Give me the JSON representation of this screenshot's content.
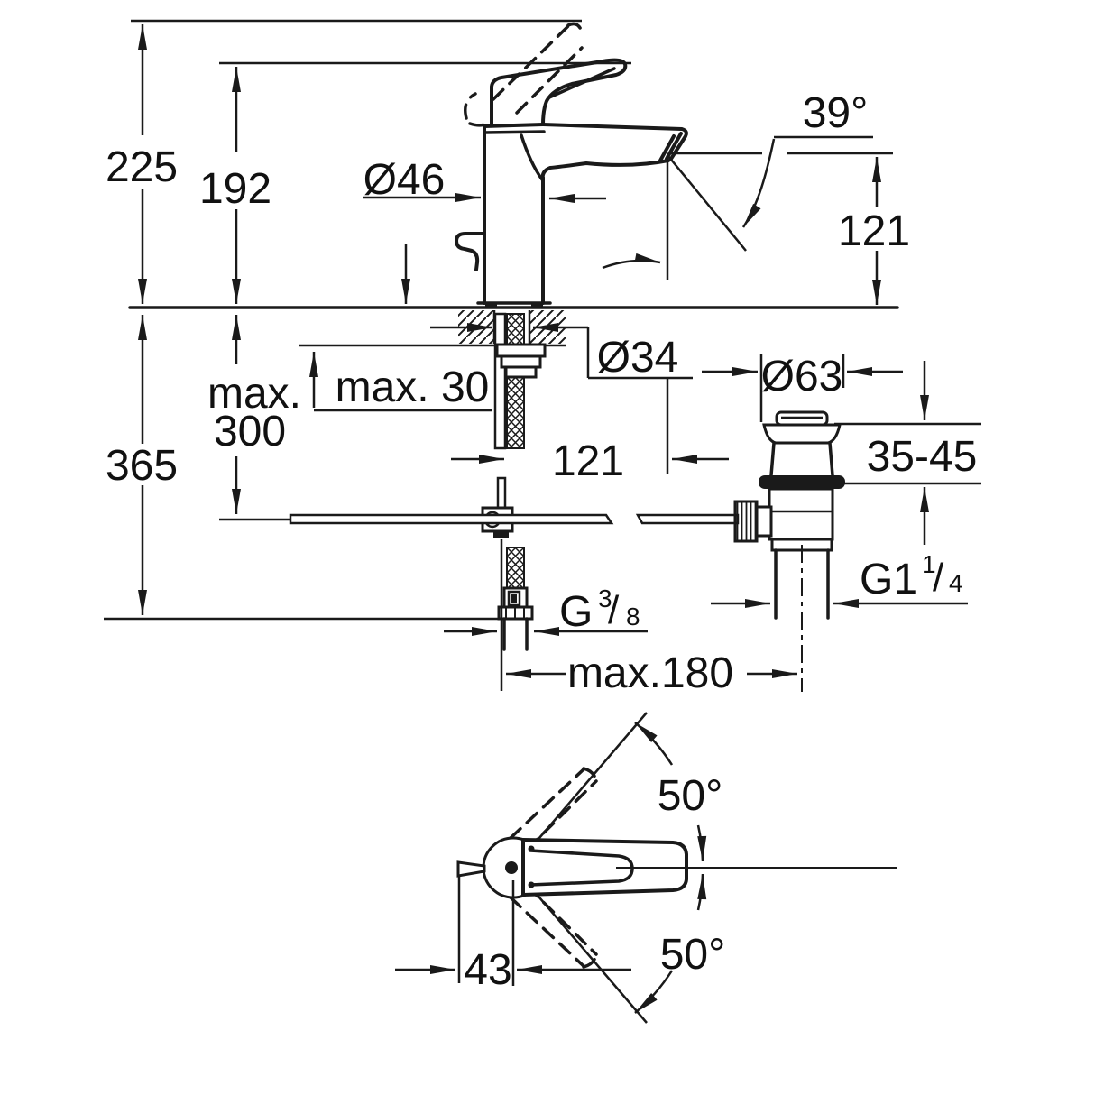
{
  "diagram": {
    "type": "technical-dimension-drawing",
    "subject": "Single-lever basin mixer tap with pop-up waste set — side view, waste detail and handle swivel top view",
    "line_color": "#1a1a1a",
    "background": "#ffffff",
    "side_view": {
      "overall_height": "225",
      "handle_height": "192",
      "body_diameter": "Ø46",
      "spout_angle": "39°",
      "spout_height_above_deck": "121",
      "hole_diameter": "Ø34",
      "deck_thickness_max": "max. 30",
      "supply_clearance_line1": "max.",
      "supply_clearance_line2": "300",
      "installation_depth": "365",
      "hose_to_reference_distance": "121"
    },
    "waste_detail": {
      "flange_diameter": "Ø63",
      "basin_thickness_range": "35-45",
      "waste_thread": {
        "main": "G1",
        "numerator": "1",
        "slash": "/",
        "denominator": "4"
      }
    },
    "supply_detail": {
      "supply_thread": {
        "main": "G",
        "numerator": "3",
        "slash": "/",
        "denominator": "8"
      },
      "tap_to_waste_distance_max": "max.180"
    },
    "handle_top_view": {
      "swing_angle_up": "50°",
      "swing_angle_down": "50°",
      "handle_pivot_offset": "43"
    }
  }
}
